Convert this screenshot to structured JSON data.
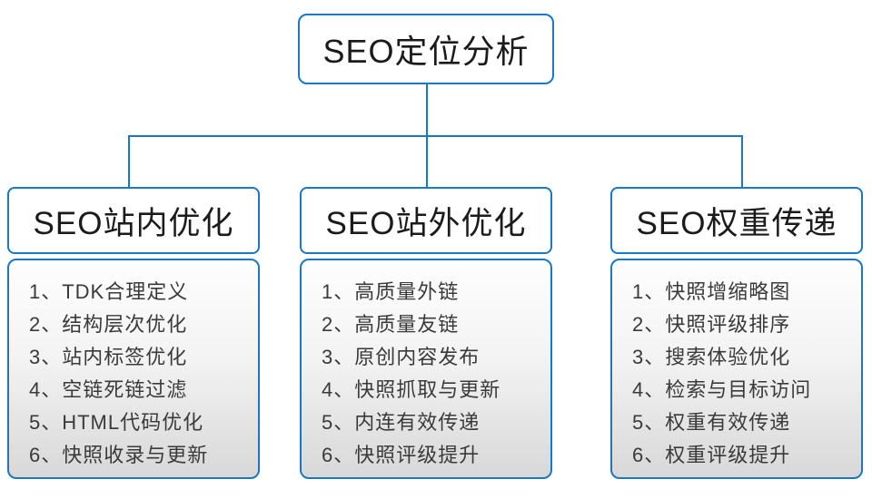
{
  "diagram": {
    "type": "tree",
    "root": {
      "title": "SEO定位分析"
    },
    "columns": [
      {
        "title": "SEO站内优化",
        "items": [
          "1、TDK合理定义",
          "2、结构层次优化",
          "3、站内标签优化",
          "4、空链死链过滤",
          "5、HTML代码优化",
          "6、快照收录与更新"
        ]
      },
      {
        "title": "SEO站外优化",
        "items": [
          "1、高质量外链",
          "2、高质量友链",
          "3、原创内容发布",
          "4、快照抓取与更新",
          "5、内连有效传递",
          "6、快照评级提升"
        ]
      },
      {
        "title": "SEO权重传递",
        "items": [
          "1、快照增缩略图",
          "2、快照评级排序",
          "3、搜索体验优化",
          "4、检索与目标访问",
          "5、权重有效传递",
          "6、权重评级提升"
        ]
      }
    ],
    "colors": {
      "accent_border": "#1a78c2",
      "connector_line": "#1a78c2",
      "header_text": "#1b1b1b",
      "list_text": "#3a3a3a",
      "list_gradient_top": "#fefefe",
      "list_gradient_bottom": "#d8d8d8",
      "background": "#ffffff"
    }
  }
}
